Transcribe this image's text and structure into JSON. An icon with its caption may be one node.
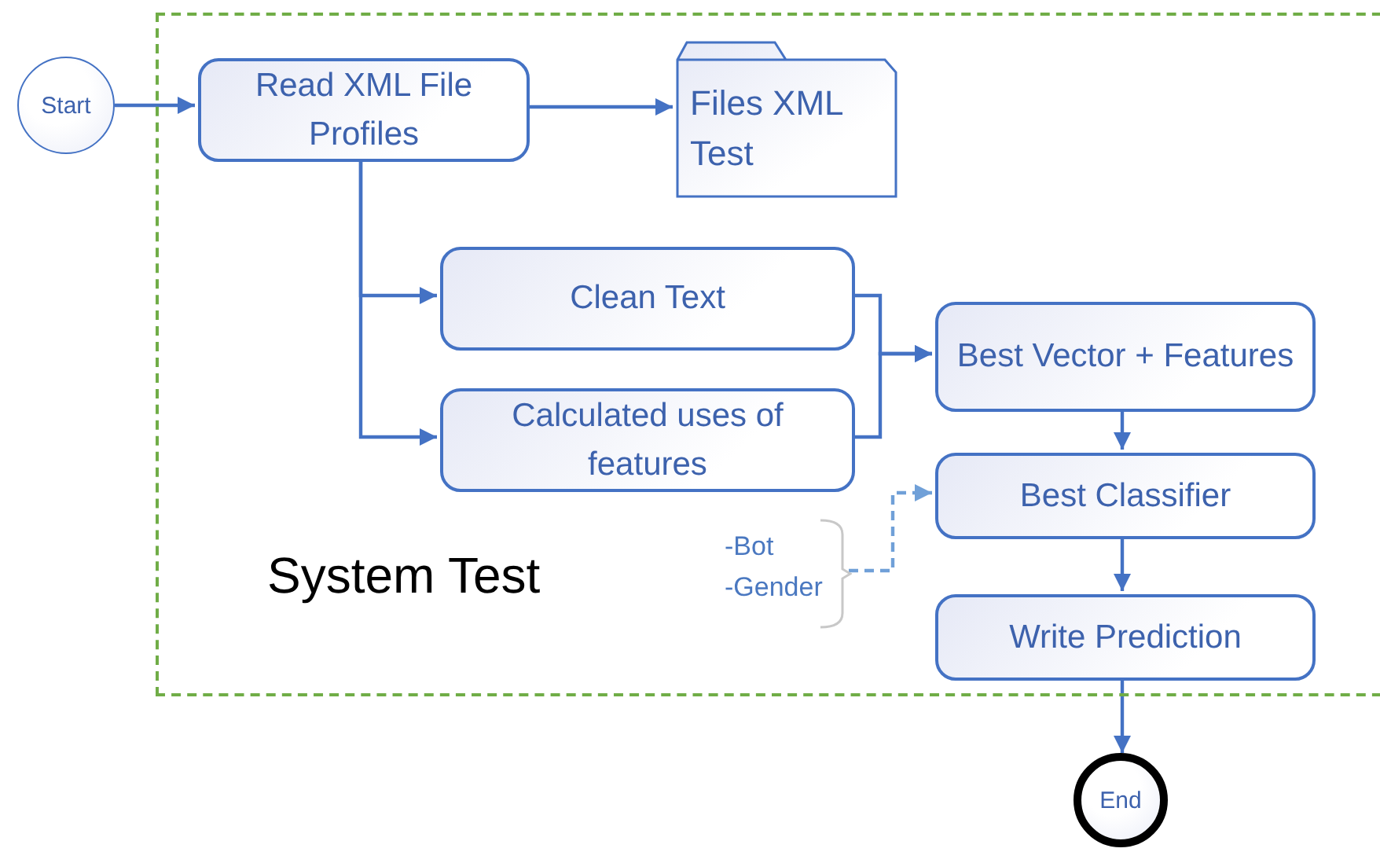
{
  "diagram": {
    "nodes": [
      {
        "text": [
          "Start"
        ]
      },
      {
        "text": [
          "System Test"
        ]
      },
      {
        "text": [
          "Read XML File Profiles"
        ],
        "in": 1
      },
      {
        "text": [
          "Files XML Test"
        ],
        "in": 1
      },
      {
        "text": [
          "Clean Text"
        ],
        "in": 1
      },
      {
        "text": [
          "Calculated uses of features"
        ],
        "in": 1
      },
      {
        "text": [
          "Best Vector + Features"
        ],
        "in": 1
      },
      {
        "text": [
          "Best Classifier"
        ],
        "in": 1
      },
      {
        "text": [
          "-Bot",
          "-Gender"
        ],
        "in": 1
      },
      {
        "text": [
          "Write Prediction"
        ],
        "in": 1
      },
      {
        "text": [
          "End"
        ]
      }
    ],
    "edges": [
      {
        "from": 0,
        "to": 2,
        "arrow": "to"
      },
      {
        "from": 2,
        "to": 3,
        "arrow": "to"
      },
      {
        "from": 2,
        "to": 4,
        "arrow": "to"
      },
      {
        "from": 2,
        "to": 5,
        "arrow": "to"
      },
      {
        "from": 4,
        "to": 6,
        "arrow": "to"
      },
      {
        "from": 5,
        "to": 6,
        "arrow": "to"
      },
      {
        "from": 6,
        "to": 7,
        "arrow": "to"
      },
      {
        "from": 8,
        "to": 7,
        "arrow": "to",
        "style": "dashed",
        "color": "#70a0d8"
      },
      {
        "from": 7,
        "to": 9,
        "arrow": "to"
      },
      {
        "from": 9,
        "to": 10,
        "arrow": "to"
      }
    ]
  }
}
